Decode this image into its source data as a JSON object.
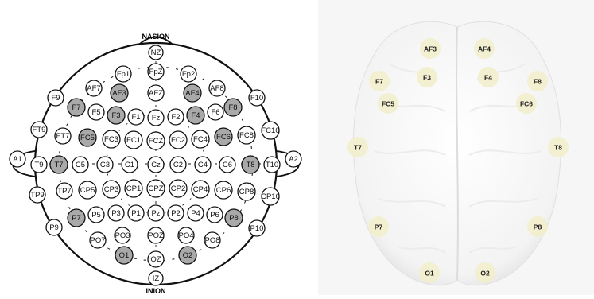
{
  "left_diagram": {
    "landmarks": {
      "top": "NASION",
      "bottom": "INION"
    },
    "electrodes": [
      {
        "label": "NZ",
        "hl": false
      },
      {
        "label": "FpZ",
        "hl": false
      },
      {
        "label": "Fp1",
        "hl": false
      },
      {
        "label": "Fp2",
        "hl": false
      },
      {
        "label": "AF7",
        "hl": false
      },
      {
        "label": "AF3",
        "hl": true
      },
      {
        "label": "AFZ",
        "hl": false
      },
      {
        "label": "AF4",
        "hl": true
      },
      {
        "label": "AF8",
        "hl": false
      },
      {
        "label": "F9",
        "hl": false
      },
      {
        "label": "F10",
        "hl": false
      },
      {
        "label": "F7",
        "hl": true
      },
      {
        "label": "F5",
        "hl": false
      },
      {
        "label": "F3",
        "hl": true
      },
      {
        "label": "F1",
        "hl": false
      },
      {
        "label": "Fz",
        "hl": false
      },
      {
        "label": "F2",
        "hl": false
      },
      {
        "label": "F4",
        "hl": true
      },
      {
        "label": "F6",
        "hl": false
      },
      {
        "label": "F8",
        "hl": true
      },
      {
        "label": "FT9",
        "hl": false
      },
      {
        "label": "FT7",
        "hl": false
      },
      {
        "label": "FC5",
        "hl": true
      },
      {
        "label": "FC3",
        "hl": false
      },
      {
        "label": "FC1",
        "hl": false
      },
      {
        "label": "FCZ",
        "hl": false
      },
      {
        "label": "FC2",
        "hl": false
      },
      {
        "label": "FC4",
        "hl": false
      },
      {
        "label": "FC6",
        "hl": true
      },
      {
        "label": "FC8",
        "hl": false
      },
      {
        "label": "FC10",
        "hl": false
      },
      {
        "label": "A1",
        "hl": false
      },
      {
        "label": "T9",
        "hl": false
      },
      {
        "label": "T7",
        "hl": true
      },
      {
        "label": "C5",
        "hl": false
      },
      {
        "label": "C3",
        "hl": false
      },
      {
        "label": "C1",
        "hl": false
      },
      {
        "label": "Cz",
        "hl": false
      },
      {
        "label": "C2",
        "hl": false
      },
      {
        "label": "C4",
        "hl": false
      },
      {
        "label": "C6",
        "hl": false
      },
      {
        "label": "T8",
        "hl": true
      },
      {
        "label": "T10",
        "hl": false
      },
      {
        "label": "A2",
        "hl": false
      },
      {
        "label": "TP9",
        "hl": false
      },
      {
        "label": "TP7",
        "hl": false
      },
      {
        "label": "CP5",
        "hl": false
      },
      {
        "label": "CP3",
        "hl": false
      },
      {
        "label": "CP1",
        "hl": false
      },
      {
        "label": "CPZ",
        "hl": false
      },
      {
        "label": "CP2",
        "hl": false
      },
      {
        "label": "CP4",
        "hl": false
      },
      {
        "label": "CP6",
        "hl": false
      },
      {
        "label": "CP8",
        "hl": false
      },
      {
        "label": "CP10",
        "hl": false
      },
      {
        "label": "P9",
        "hl": false
      },
      {
        "label": "P7",
        "hl": true
      },
      {
        "label": "P5",
        "hl": false
      },
      {
        "label": "P3",
        "hl": false
      },
      {
        "label": "P1",
        "hl": false
      },
      {
        "label": "Pz",
        "hl": false
      },
      {
        "label": "P2",
        "hl": false
      },
      {
        "label": "P4",
        "hl": false
      },
      {
        "label": "P6",
        "hl": false
      },
      {
        "label": "P8",
        "hl": true
      },
      {
        "label": "P10",
        "hl": false
      },
      {
        "label": "PO7",
        "hl": false
      },
      {
        "label": "PO3",
        "hl": false
      },
      {
        "label": "POZ",
        "hl": false
      },
      {
        "label": "PO4",
        "hl": false
      },
      {
        "label": "PO8",
        "hl": false
      },
      {
        "label": "O1",
        "hl": true
      },
      {
        "label": "OZ",
        "hl": false
      },
      {
        "label": "O2",
        "hl": true
      },
      {
        "label": "IZ",
        "hl": false
      }
    ],
    "colors": {
      "highlight": "#a9a9a9",
      "normal": "#ffffff",
      "outline": "#111111"
    }
  },
  "right_diagram": {
    "electrodes": [
      "AF3",
      "AF4",
      "F7",
      "F3",
      "F4",
      "F8",
      "FC5",
      "FC6",
      "T7",
      "T8",
      "P7",
      "P8",
      "O1",
      "O2"
    ],
    "colors": {
      "dot": "#f1efc9",
      "brain": "#ffffff",
      "background": "#f6f6f6"
    }
  }
}
